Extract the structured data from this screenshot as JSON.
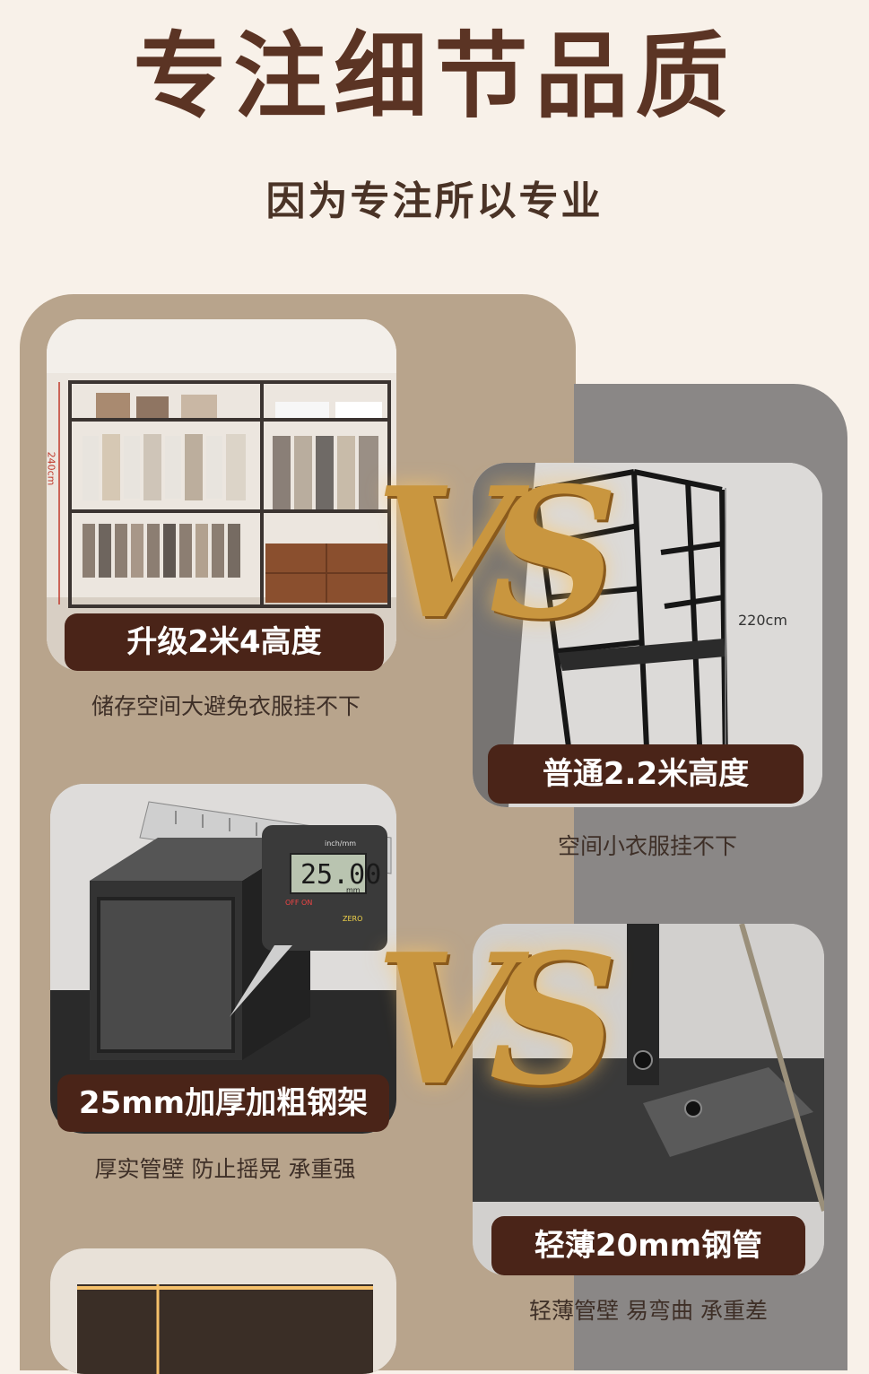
{
  "header": {
    "title": "专注细节品质",
    "subtitle": "因为专注所以专业"
  },
  "comparisons": [
    {
      "left": {
        "label": "升级2米4高度",
        "caption": "储存空间大避免衣服挂不下",
        "dimension": "240cm"
      },
      "right": {
        "label": "普通2.2米高度",
        "caption": "空间小衣服挂不下",
        "dimension": "220cm"
      },
      "vs": "VS"
    },
    {
      "left": {
        "label": "25mm加厚加粗钢架",
        "caption": "厚实管壁 防止摇晃 承重强",
        "caliper_reading": "25.00",
        "caliper_unit": "mm",
        "caliper_brand": "inch/mm",
        "caliper_off_on": "OFF ON",
        "caliper_zero": "ZERO"
      },
      "right": {
        "label": "轻薄20mm钢管",
        "caption": "轻薄管壁 易弯曲 承重差"
      },
      "vs": "VS"
    }
  ],
  "colors": {
    "background": "#f8f1e9",
    "title": "#5b3424",
    "label_bg": "#4a2418",
    "left_panel": "#b8a48c",
    "right_panel": "#8a8786",
    "vs_gold": "#d4a24c"
  }
}
